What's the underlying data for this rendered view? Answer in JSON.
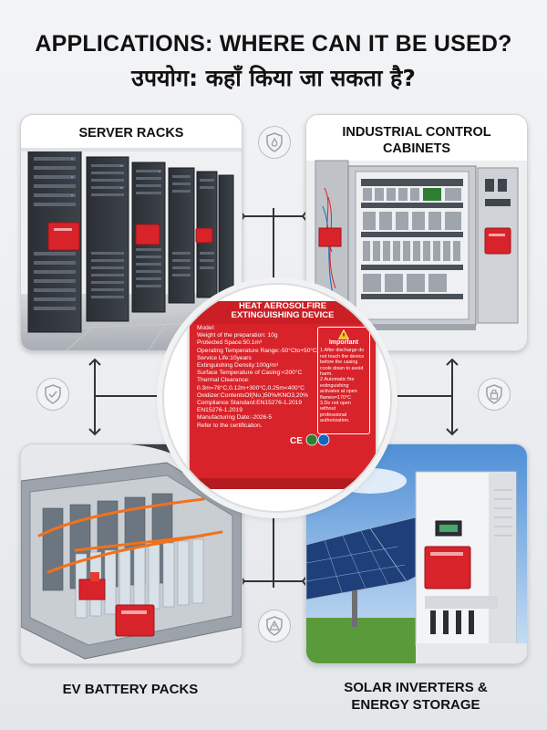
{
  "header": {
    "title_en": "APPLICATIONS: WHERE CAN IT BE USED?",
    "title_hi": "उपयोग: कहाँ किया जा सकता है?"
  },
  "cards": {
    "server": {
      "label": "SERVER RACKS"
    },
    "industrial": {
      "label_line1": "INDUSTRIAL CONTROL",
      "label_line2": "CABINETS"
    },
    "ev": {
      "label": "EV BATTERY PACKS"
    },
    "solar": {
      "label_line1": "SOLAR INVERTERS &",
      "label_line2": "ENERGY STORAGE"
    }
  },
  "device": {
    "title_line1": "HEAT AEROSOLFIRE",
    "title_line2": "EXTINGUISHING DEVICE",
    "specs": [
      "Model:",
      "Weight of the preparation: 10g",
      "Protected Space:50.1m³",
      "Operating Temperature Range:-50°Cto+50°C",
      "Service Life:10years",
      "Extinguishing Density:100g/m³",
      "Surface Temperature of Casing:<200°C",
      "Thermal Clearance:",
      "0.3m=78°C,0.12m+300°C,0.25m<400°C",
      "Oxidizer:ContentsOf(No.)50%/KNO3,20%",
      "Compliance Standard:EN15276-1.2019",
      "EN15276-1.2019",
      "Manufacturing Date:-2026-5",
      "Refer to the certification."
    ],
    "important_title": "Important",
    "important_lines": [
      "1.After discharge do",
      "not touch the device",
      "before the casing",
      "cools down to avoid",
      "harm.",
      "2.Automatic fire",
      "extinguishing",
      "activates at open",
      "flames=170°C",
      "3.Do not open without",
      "professional",
      "authorization."
    ]
  },
  "icons": {
    "top": "flame-shield-icon",
    "left": "check-shield-icon",
    "right": "lock-shield-icon",
    "bottom": "warning-shield-icon"
  },
  "colors": {
    "device_red": "#d8232a",
    "connector": "#333333",
    "card_border": "#cfd3d8"
  }
}
